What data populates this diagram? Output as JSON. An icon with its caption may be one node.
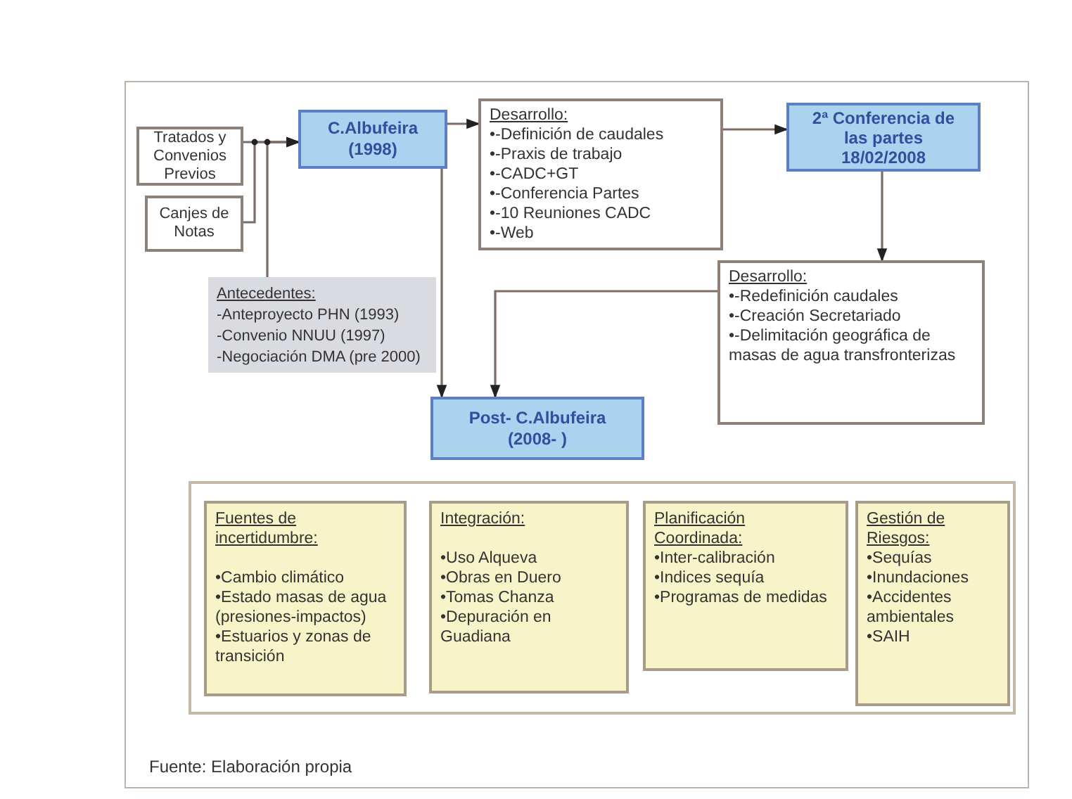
{
  "diagram": {
    "caption": "Fuente: Elaboración propia",
    "nodes": [
      {
        "text": [
          "Tratados y Convenios Previos"
        ]
      },
      {
        "text": [
          "Canjes de Notas"
        ]
      },
      {
        "text": [
          "Antecedentes:",
          "-Anteproyecto PHN (1993)",
          "-Convenio NNUU (1997)",
          "-Negociación DMA (pre 2000)"
        ]
      },
      {
        "text": [
          "C.Albufeira (1998)"
        ]
      },
      {
        "text": [
          "Desarrollo:",
          "•-Definición de caudales",
          "•-Praxis de trabajo",
          "•-CADC+GT",
          "•-Conferencia Partes",
          "•-10 Reuniones CADC",
          "•-Web"
        ]
      },
      {
        "text": [
          "2ª Conferencia de las partes 18/02/2008"
        ]
      },
      {
        "text": [
          "Desarrollo:",
          "•-Redefinición caudales",
          "•-Creación Secretariado",
          "•-Delimitación geográfica de masas de agua transfronterizas"
        ]
      },
      {
        "text": [
          "Post- C.Albufeira (2008- )"
        ]
      },
      {
        "text": [],
        "shape": "box"
      },
      {
        "text": [
          "Fuentes de incertidumbre:",
          "•Cambio climático",
          "•Estado masas de agua (presiones-impactos)",
          "•Estuarios y zonas de transición"
        ],
        "in": 8
      },
      {
        "text": [
          "Integración:",
          "•Uso Alqueva",
          "•Obras en Duero",
          "•Tomas Chanza",
          "•Depuración en Guadiana"
        ],
        "in": 8
      },
      {
        "text": [
          "Planificación Coordinada:",
          "•Inter-calibración",
          "•Indices sequía",
          "•Programas de medidas"
        ],
        "in": 8
      },
      {
        "text": [
          "Gestión de Riesgos:",
          "•Sequías",
          "•Inundaciones",
          "•Accidentes ambientales",
          "•SAIH"
        ],
        "in": 8
      }
    ],
    "edges": [
      {
        "from": 0,
        "to": 3,
        "arrow": "to"
      },
      {
        "from": 1,
        "to": 3,
        "arrow": "to"
      },
      {
        "from": 2,
        "to": 3,
        "arrow": "to"
      },
      {
        "from": 3,
        "to": 4,
        "arrow": "to"
      },
      {
        "from": 4,
        "to": 5,
        "arrow": "to"
      },
      {
        "from": 5,
        "to": 6,
        "arrow": "to"
      },
      {
        "from": 3,
        "to": 7,
        "arrow": "to"
      },
      {
        "from": 6,
        "to": 7,
        "arrow": "to"
      }
    ]
  }
}
